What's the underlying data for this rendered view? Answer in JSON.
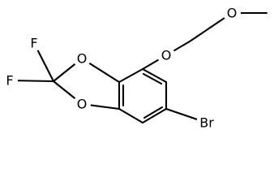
{
  "molecule": {
    "atoms": {
      "o_methoxymethoxy": "O",
      "o_methoxy": "O",
      "o_dioxole_top": "O",
      "o_dioxole_bottom": "O",
      "f_top": "F",
      "f_bottom": "F",
      "br": "Br"
    },
    "colors": {
      "bond": "#000000",
      "label": "#000000",
      "background": "#ffffff"
    }
  }
}
